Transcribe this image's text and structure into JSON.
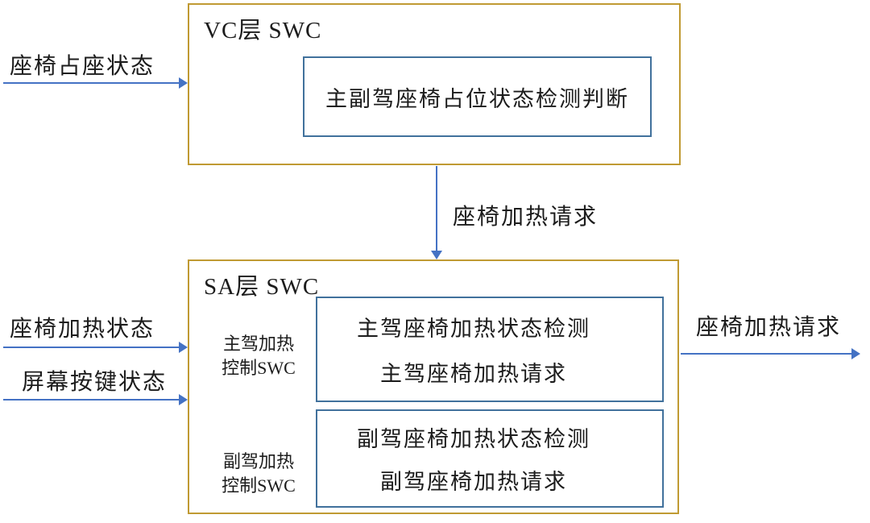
{
  "colors": {
    "layer_border": "#C09A33",
    "component_border": "#41719C",
    "arrow": "#4472C4",
    "text": "#1c1c1c",
    "background": "#ffffff"
  },
  "vc_layer": {
    "title": "VC层 SWC",
    "component": "主副驾座椅占位状态检测判断"
  },
  "sa_layer": {
    "title": "SA层 SWC",
    "driver_swc_label": [
      "主驾加热",
      "控制SWC"
    ],
    "driver_component_lines": [
      "主驾座椅加热状态检测",
      "主驾座椅加热请求"
    ],
    "passenger_swc_label": [
      "副驾加热",
      "控制SWC"
    ],
    "passenger_component_lines": [
      "副驾座椅加热状态检测",
      "副驾座椅加热请求"
    ]
  },
  "signals": {
    "seat_occupancy_in": "座椅占座状态",
    "heat_request_vc_to_sa": "座椅加热请求",
    "seat_heat_status_in": "座椅加热状态",
    "screen_button_in": "屏幕按键状态",
    "heat_request_out": "座椅加热请求"
  }
}
